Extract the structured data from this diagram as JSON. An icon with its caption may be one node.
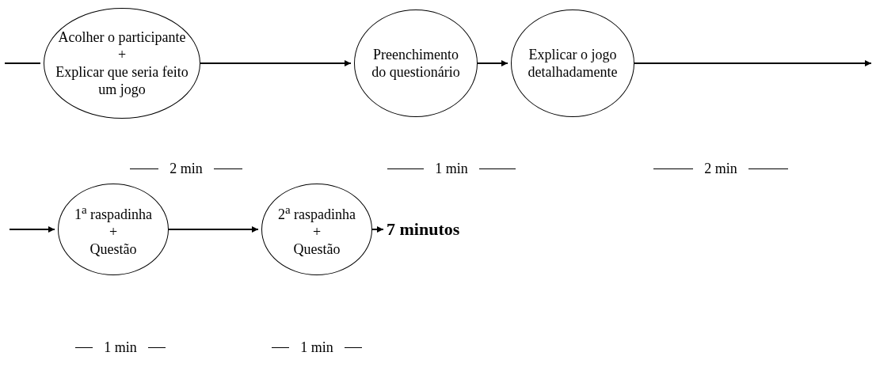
{
  "diagram": {
    "nodes": [
      {
        "text": [
          "Acolher o participante",
          "+",
          "Explicar que seria feito um jogo"
        ]
      },
      {
        "text": [
          "Preenchimento do questionário"
        ]
      },
      {
        "text": [
          "Explicar o jogo detalhadamente"
        ]
      },
      {
        "text": [
          "1$^{a}$ raspadinha",
          "+",
          "Questão"
        ]
      },
      {
        "text": [
          "2$^{a}$ raspadinha",
          "+",
          "Questão"
        ]
      },
      {
        "text": [
          "7 minutos"
        ]
      }
    ],
    "edges": [
      {
        "from": null,
        "to": 0,
        "arrow": "none"
      },
      {
        "from": 0,
        "to": 1,
        "arrow": "to"
      },
      {
        "from": 1,
        "to": 2,
        "arrow": "to"
      },
      {
        "from": 2,
        "to": null,
        "arrow": "to"
      },
      {
        "from": null,
        "to": 3,
        "arrow": "to"
      },
      {
        "from": 3,
        "to": 4,
        "arrow": "to"
      },
      {
        "from": 4,
        "to": 5,
        "arrow": "to"
      }
    ],
    "labels": [
      "2 min",
      "1 min",
      "2 min",
      "1 min",
      "1 min"
    ]
  }
}
